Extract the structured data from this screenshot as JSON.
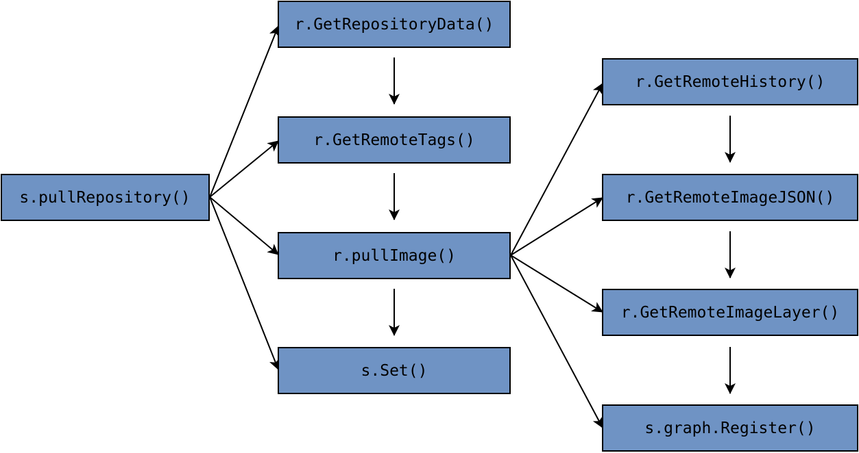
{
  "diagram": {
    "nodes": {
      "pull_repository": "s.pullRepository()",
      "get_repository_data": "r.GetRepositoryData()",
      "get_remote_tags": "r.GetRemoteTags()",
      "pull_image": "r.pullImage()",
      "set": "s.Set()",
      "get_remote_history": "r.GetRemoteHistory()",
      "get_remote_image_json": "r.GetRemoteImageJSON()",
      "get_remote_image_layer": "r.GetRemoteImageLayer()",
      "graph_register": "s.graph.Register()"
    },
    "edges": [
      [
        "pull_repository",
        "get_repository_data"
      ],
      [
        "pull_repository",
        "get_remote_tags"
      ],
      [
        "pull_repository",
        "pull_image"
      ],
      [
        "pull_repository",
        "set"
      ],
      [
        "get_repository_data",
        "get_remote_tags"
      ],
      [
        "get_remote_tags",
        "pull_image"
      ],
      [
        "pull_image",
        "set"
      ],
      [
        "pull_image",
        "get_remote_history"
      ],
      [
        "pull_image",
        "get_remote_image_json"
      ],
      [
        "pull_image",
        "get_remote_image_layer"
      ],
      [
        "pull_image",
        "graph_register"
      ],
      [
        "get_remote_history",
        "get_remote_image_json"
      ],
      [
        "get_remote_image_json",
        "get_remote_image_layer"
      ],
      [
        "get_remote_image_layer",
        "graph_register"
      ]
    ],
    "colors": {
      "box_fill": "#6f93c4",
      "box_border": "#000000",
      "arrow": "#000000",
      "text": "#000000"
    }
  }
}
